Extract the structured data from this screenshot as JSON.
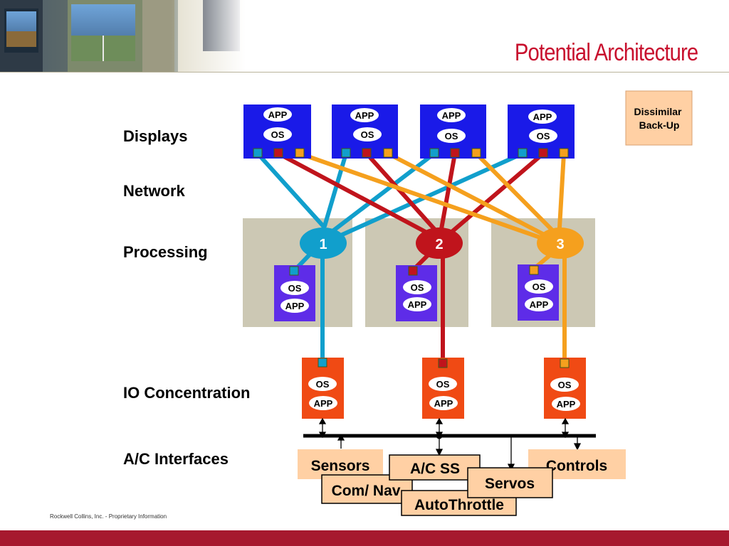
{
  "page": {
    "title": "Potential Architecture",
    "footer": "Rockwell Collins, Inc. -  Proprietary Information"
  },
  "row_labels": {
    "displays": "Displays",
    "network": "Network",
    "processing": "Processing",
    "io": "IO Concentration",
    "interfaces": "A/C Interfaces"
  },
  "display_units": [
    {
      "app": "APP",
      "os": "OS"
    },
    {
      "app": "APP",
      "os": "OS"
    },
    {
      "app": "APP",
      "os": "OS"
    },
    {
      "app": "APP",
      "os": "OS"
    }
  ],
  "backup": {
    "line1": "Dissimilar",
    "line2": "Back-Up"
  },
  "processors": [
    {
      "label": "1",
      "os": "OS",
      "app": "APP"
    },
    {
      "label": "2",
      "os": "OS",
      "app": "APP"
    },
    {
      "label": "3",
      "os": "OS",
      "app": "APP"
    }
  ],
  "io_units": [
    {
      "os": "OS",
      "app": "APP"
    },
    {
      "os": "OS",
      "app": "APP"
    },
    {
      "os": "OS",
      "app": "APP"
    }
  ],
  "interfaces": {
    "sensors": "Sensors",
    "acss": "A/C SS",
    "controls": "Controls",
    "servos": "Servos",
    "comnav": "Com/ Nav",
    "autothrottle": "AutoThrottle"
  },
  "colors": {
    "title_red": "#c8102e",
    "footer_red": "#a6192e",
    "network_blue": "#119fcc",
    "network_red": "#c0141c",
    "network_orange": "#f5a01e",
    "display_blue": "#1a1ae8",
    "proc_purple": "#5e2ce8",
    "io_orange": "#f04a14",
    "grey_box": "#ccc8b4",
    "peach": "#ffd0a4"
  }
}
